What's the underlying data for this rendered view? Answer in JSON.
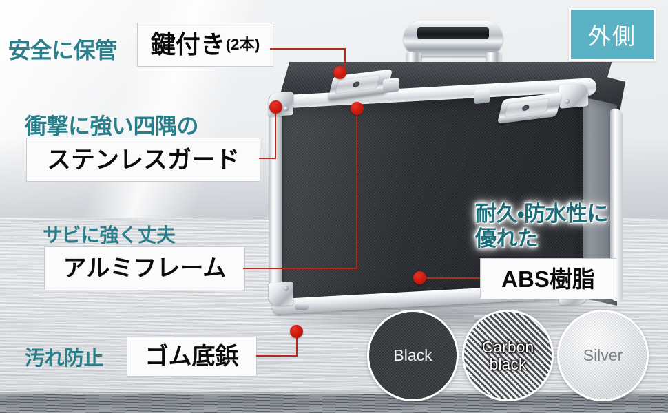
{
  "badge": {
    "label": "外側"
  },
  "callouts": [
    {
      "id": "lock",
      "kicker": "安全に保管",
      "box_main": "鍵付き",
      "box_sub": "(2本)"
    },
    {
      "id": "stainless-guard",
      "kicker": "衝撃に強い四隅の",
      "box_main": "ステンレスガード",
      "box_sub": ""
    },
    {
      "id": "aluminum-frame",
      "kicker": "サビに強く丈夫",
      "box_main": "アルミフレーム",
      "box_sub": ""
    },
    {
      "id": "rubber-feet",
      "kicker": "汚れ防止",
      "box_main": "ゴム底鋲",
      "box_sub": ""
    },
    {
      "id": "abs-resin",
      "kicker_line1": "耐久・防水性に",
      "kicker_line2": "優れた",
      "box_main": "ABS樹脂",
      "box_sub": ""
    }
  ],
  "swatches": [
    {
      "id": "black",
      "label": "Black",
      "label_line2": ""
    },
    {
      "id": "carbon",
      "label": "Carbon",
      "label_line2": "black"
    },
    {
      "id": "silver",
      "label": "Silver",
      "label_line2": ""
    }
  ],
  "colors": {
    "teal_text": "#2a7f8a",
    "badge_bg": "#5bb2c4",
    "connector_red": "#b4291a",
    "dot_red": "#cf1d12",
    "box_bg": "#fbfbfb",
    "box_border": "#c8cbcf",
    "case_black": "#2e3136",
    "case_aluminum": "#e6e9ec"
  },
  "product": {
    "name": "aluminum-attache-case",
    "parts": [
      "handle",
      "latch-left",
      "latch-right",
      "aluminum-frame",
      "corner-guard",
      "rubber-foot",
      "carbon-panel"
    ]
  }
}
